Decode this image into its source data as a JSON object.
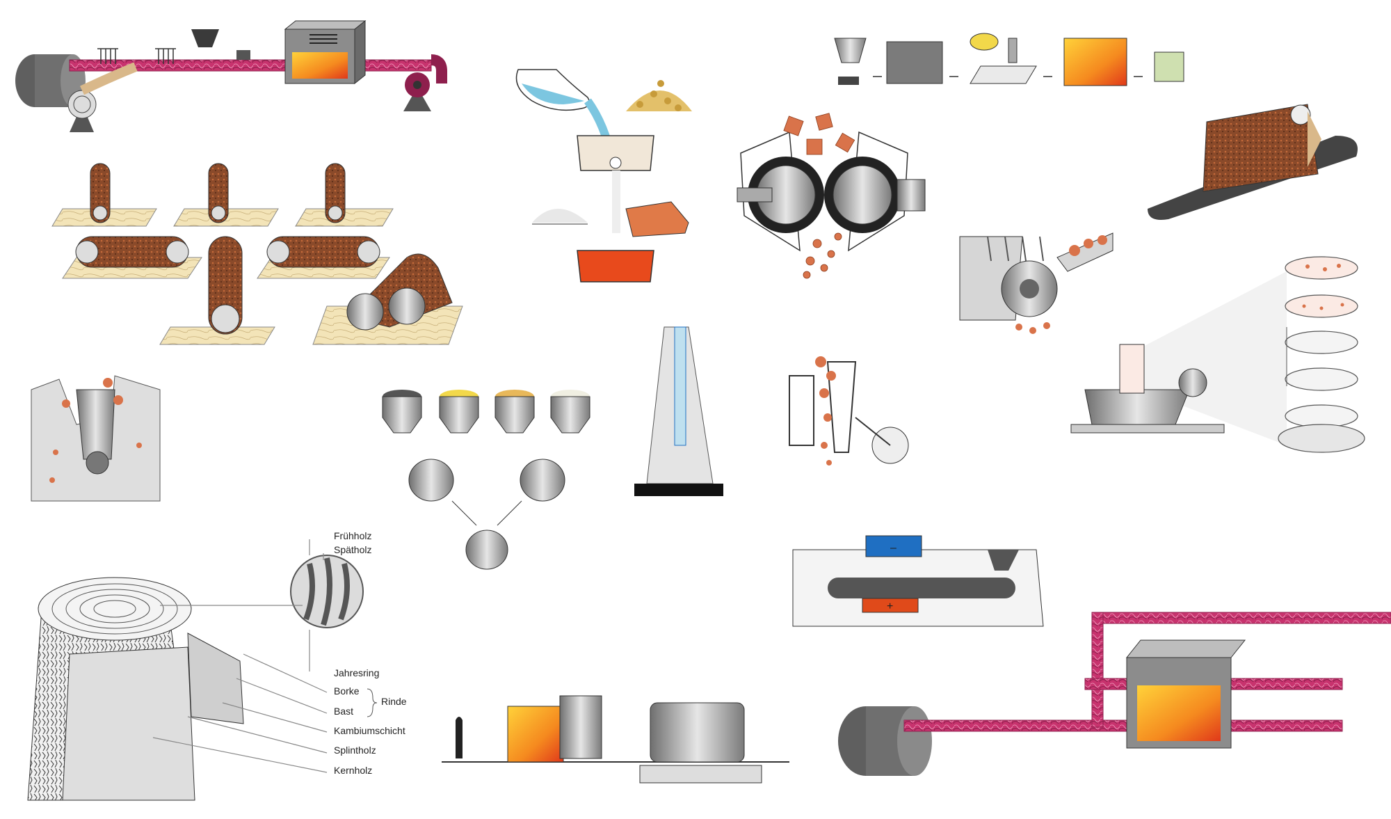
{
  "tree_labels": {
    "fruehholz": "Frühholz",
    "spaetholz": "Spätholz",
    "jahresring": "Jahresring",
    "borke": "Borke",
    "bast": "Bast",
    "rinde": "Rinde",
    "kambium": "Kambiumschicht",
    "splintholz": "Splintholz",
    "kernholz": "Kernholz"
  },
  "colors": {
    "belt_pink": "#c8336e",
    "abrasive_brown": "#a0522d",
    "grain_orange": "#e06a3c",
    "steel": "#9a9a9a",
    "dark": "#555555",
    "wood": "#f3e4b8",
    "oven_hot": "#f5a623",
    "water": "#7cc6e0",
    "minus_blue": "#1f6fc2",
    "plus_red": "#e04a1a"
  },
  "signs": {
    "minus": "–",
    "plus": "+"
  }
}
